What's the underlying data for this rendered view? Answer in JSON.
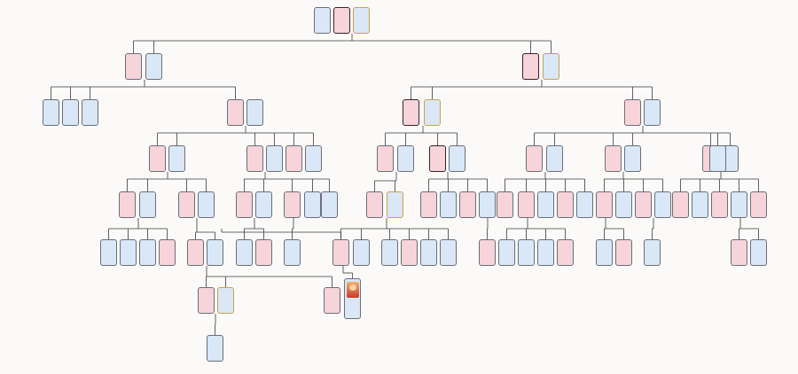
{
  "canvas": {
    "line_color": "#3a3b40",
    "pink": "#f7d3da",
    "blue": "#d9e7f7",
    "highlight_gold": "#caa24a"
  },
  "people": [
    {
      "id": "r1",
      "name": "",
      "detail": "",
      "color": "blue"
    },
    {
      "id": "r2",
      "name": "",
      "detail": "",
      "color": "pink"
    },
    {
      "id": "r3",
      "name": "",
      "detail": "",
      "color": "blue"
    },
    {
      "id": "a1",
      "name": "",
      "detail": "",
      "color": "pink"
    },
    {
      "id": "a2",
      "name": "",
      "detail": "",
      "color": "blue"
    },
    {
      "id": "b1",
      "name": "",
      "detail": "",
      "color": "pink"
    },
    {
      "id": "b2",
      "name": "",
      "detail": "",
      "color": "blue"
    },
    {
      "id": "c1",
      "name": "",
      "detail": "",
      "color": "blue"
    },
    {
      "id": "c2",
      "name": "",
      "detail": "",
      "color": "blue"
    },
    {
      "id": "c3",
      "name": "",
      "detail": "",
      "color": "blue"
    },
    {
      "id": "c4",
      "name": "",
      "detail": "",
      "color": "pink"
    },
    {
      "id": "c5",
      "name": "",
      "detail": "",
      "color": "blue"
    },
    {
      "id": "d1",
      "name": "",
      "detail": "",
      "color": "pink"
    },
    {
      "id": "d2",
      "name": "",
      "detail": "",
      "color": "blue"
    },
    {
      "id": "d3",
      "name": "",
      "detail": "",
      "color": "pink"
    },
    {
      "id": "d4",
      "name": "",
      "detail": "",
      "color": "blue"
    },
    {
      "id": "d5",
      "name": "",
      "detail": "",
      "color": "pink"
    },
    {
      "id": "d6",
      "name": "",
      "detail": "",
      "color": "blue"
    },
    {
      "id": "e1",
      "name": "",
      "detail": "",
      "color": "pink"
    },
    {
      "id": "e2",
      "name": "",
      "detail": "",
      "color": "blue"
    },
    {
      "id": "e3",
      "name": "",
      "detail": "",
      "color": "pink"
    },
    {
      "id": "e4",
      "name": "",
      "detail": "",
      "color": "blue"
    },
    {
      "id": "e5",
      "name": "",
      "detail": "",
      "color": "pink"
    },
    {
      "id": "e6",
      "name": "",
      "detail": "",
      "color": "blue"
    },
    {
      "id": "f1",
      "name": "",
      "detail": "",
      "color": "pink"
    },
    {
      "id": "f2",
      "name": "",
      "detail": "",
      "color": "blue"
    },
    {
      "id": "f3",
      "name": "",
      "detail": "",
      "color": "pink"
    },
    {
      "id": "f4",
      "name": "",
      "detail": "",
      "color": "blue"
    },
    {
      "id": "f5",
      "name": "",
      "detail": "",
      "color": "pink"
    },
    {
      "id": "f6",
      "name": "",
      "detail": "",
      "color": "blue"
    },
    {
      "id": "g1",
      "name": "",
      "detail": "",
      "color": "pink"
    },
    {
      "id": "g2",
      "name": "",
      "detail": "",
      "color": "blue"
    },
    {
      "id": "g3",
      "name": "",
      "detail": "",
      "color": "pink"
    },
    {
      "id": "g4",
      "name": "",
      "detail": "",
      "color": "blue"
    },
    {
      "id": "g5",
      "name": "",
      "detail": "",
      "color": "pink"
    },
    {
      "id": "g6",
      "name": "",
      "detail": "",
      "color": "blue"
    },
    {
      "id": "g7",
      "name": "",
      "detail": "",
      "color": "pink"
    },
    {
      "id": "g8",
      "name": "",
      "detail": "",
      "color": "blue"
    },
    {
      "id": "g9",
      "name": "",
      "detail": "",
      "color": "pink"
    },
    {
      "id": "g10",
      "name": "",
      "detail": "",
      "color": "blue"
    },
    {
      "id": "g11",
      "name": "",
      "detail": "",
      "color": "pink"
    },
    {
      "id": "g12",
      "name": "",
      "detail": "",
      "color": "blue"
    },
    {
      "id": "h1",
      "name": "",
      "detail": "",
      "color": "pink"
    },
    {
      "id": "h2",
      "name": "",
      "detail": "",
      "color": "blue"
    },
    {
      "id": "h3",
      "name": "",
      "detail": "",
      "color": "pink"
    },
    {
      "id": "h4",
      "name": "",
      "detail": "",
      "color": "blue"
    },
    {
      "id": "h5",
      "name": "",
      "detail": "",
      "color": "pink"
    },
    {
      "id": "h6",
      "name": "",
      "detail": "",
      "color": "blue"
    },
    {
      "id": "h7",
      "name": "",
      "detail": "",
      "color": "pink"
    },
    {
      "id": "h8",
      "name": "",
      "detail": "",
      "color": "blue"
    },
    {
      "id": "h9",
      "name": "",
      "detail": "",
      "color": "pink"
    },
    {
      "id": "h10",
      "name": "",
      "detail": "",
      "color": "blue"
    },
    {
      "id": "h11",
      "name": "",
      "detail": "",
      "color": "pink"
    },
    {
      "id": "h12",
      "name": "",
      "detail": "",
      "color": "blue"
    },
    {
      "id": "h13",
      "name": "",
      "detail": "",
      "color": "pink"
    },
    {
      "id": "h14",
      "name": "",
      "detail": "",
      "color": "blue"
    },
    {
      "id": "h15",
      "name": "",
      "detail": "",
      "color": "pink"
    },
    {
      "id": "h16",
      "name": "",
      "detail": "",
      "color": "blue"
    },
    {
      "id": "h17",
      "name": "",
      "detail": "",
      "color": "pink"
    },
    {
      "id": "h18",
      "name": "",
      "detail": "",
      "color": "blue"
    },
    {
      "id": "h19",
      "name": "",
      "detail": "",
      "color": "pink"
    },
    {
      "id": "h20",
      "name": "",
      "detail": "",
      "color": "blue"
    },
    {
      "id": "h21",
      "name": "",
      "detail": "",
      "color": "pink"
    },
    {
      "id": "h22",
      "name": "",
      "detail": "",
      "color": "blue"
    },
    {
      "id": "i1",
      "name": "",
      "detail": "",
      "color": "blue"
    },
    {
      "id": "i2",
      "name": "",
      "detail": "",
      "color": "blue"
    },
    {
      "id": "i3",
      "name": "",
      "detail": "",
      "color": "blue"
    },
    {
      "id": "i4",
      "name": "",
      "detail": "",
      "color": "pink"
    },
    {
      "id": "i5",
      "name": "",
      "detail": "",
      "color": "pink"
    },
    {
      "id": "i6",
      "name": "",
      "detail": "",
      "color": "blue"
    },
    {
      "id": "i7",
      "name": "",
      "detail": "",
      "color": "blue"
    },
    {
      "id": "i8",
      "name": "",
      "detail": "",
      "color": "pink"
    },
    {
      "id": "i9",
      "name": "",
      "detail": "",
      "color": "blue"
    },
    {
      "id": "i10",
      "name": "",
      "detail": "",
      "color": "pink"
    },
    {
      "id": "i11",
      "name": "",
      "detail": "",
      "color": "blue"
    },
    {
      "id": "i12",
      "name": "",
      "detail": "",
      "color": "blue"
    },
    {
      "id": "i13",
      "name": "",
      "detail": "",
      "color": "pink"
    },
    {
      "id": "i14",
      "name": "",
      "detail": "",
      "color": "blue"
    },
    {
      "id": "i15",
      "name": "",
      "detail": "",
      "color": "blue"
    },
    {
      "id": "i16",
      "name": "",
      "detail": "",
      "color": "pink"
    },
    {
      "id": "i17",
      "name": "",
      "detail": "",
      "color": "blue"
    },
    {
      "id": "i18",
      "name": "",
      "detail": "",
      "color": "blue"
    },
    {
      "id": "i19",
      "name": "",
      "detail": "",
      "color": "blue"
    },
    {
      "id": "i20",
      "name": "",
      "detail": "",
      "color": "pink"
    },
    {
      "id": "i21",
      "name": "",
      "detail": "",
      "color": "blue"
    },
    {
      "id": "j1",
      "name": "",
      "detail": "",
      "color": "pink"
    },
    {
      "id": "j2",
      "name": "",
      "detail": "",
      "color": "blue"
    },
    {
      "id": "j3",
      "name": "",
      "detail": "",
      "color": "pink"
    },
    {
      "id": "j4",
      "name": "",
      "detail": "",
      "color": "blue"
    },
    {
      "id": "k1",
      "name": "",
      "detail": "",
      "color": "blue"
    }
  ]
}
